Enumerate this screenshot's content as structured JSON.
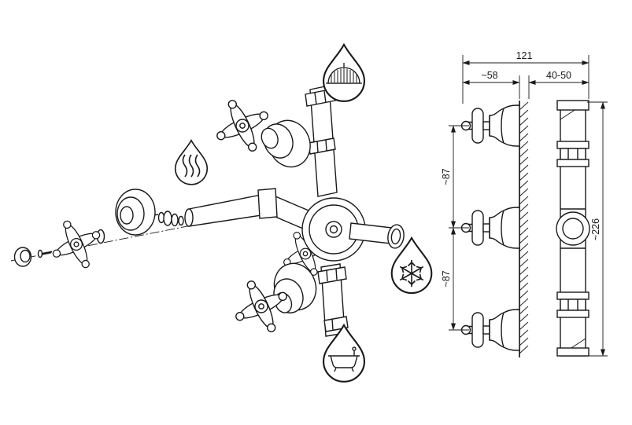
{
  "colors": {
    "ink": "#1a1a1a",
    "background": "#ffffff"
  },
  "dims": {
    "total_width": "121",
    "handle_projection": "~58",
    "wall_depth_range": "40-50",
    "spacing_top": "~87",
    "spacing_bottom": "~87",
    "overall_height": "~226"
  },
  "icons": [
    {
      "name": "shower-head-icon"
    },
    {
      "name": "hot-water-icon"
    },
    {
      "name": "cold-water-icon"
    },
    {
      "name": "bathtub-icon"
    }
  ]
}
